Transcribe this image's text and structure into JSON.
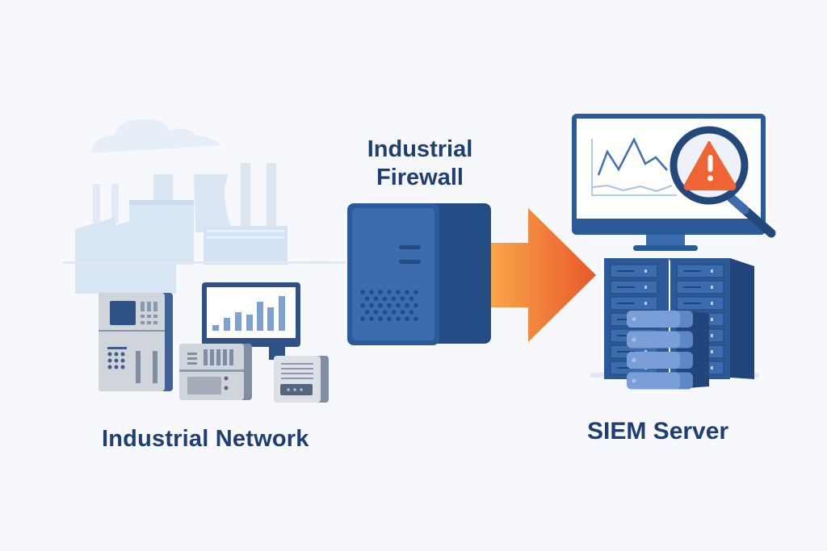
{
  "diagram": {
    "title": "Industrial Network to SIEM Server via Industrial Firewall",
    "nodes": [
      {
        "id": "industrial-network",
        "label": "Industrial Network"
      },
      {
        "id": "industrial-firewall",
        "label_line1": "Industrial",
        "label_line2": "Firewall"
      },
      {
        "id": "siem-server",
        "label": "SIEM Server"
      }
    ],
    "edges": [
      {
        "from": "industrial-firewall",
        "to": "siem-server",
        "style": "orange-arrow"
      }
    ],
    "colors": {
      "primary_dark": "#1f3f73",
      "primary": "#2f5c9e",
      "primary_light": "#6d93cf",
      "arrow_start": "#f9a64a",
      "arrow_end": "#e8582a",
      "alert": "#ee6434",
      "factory_bg": "#d6e4f4",
      "device_gray": "#c9ced6",
      "background": "#f6f8fc"
    },
    "icons": {
      "factory": "factory-icon",
      "plc": "plc-controller-icon",
      "monitor_bar_chart": "monitor-bar-chart-icon",
      "io_module": "io-module-icon",
      "gateway": "gateway-device-icon",
      "firewall": "firewall-appliance-icon",
      "arrow": "arrow-right-icon",
      "siem_monitor": "monitor-line-chart-icon",
      "magnifier": "magnifier-icon",
      "warning": "warning-icon",
      "server_rack": "server-rack-icon",
      "database": "database-stack-icon"
    }
  }
}
